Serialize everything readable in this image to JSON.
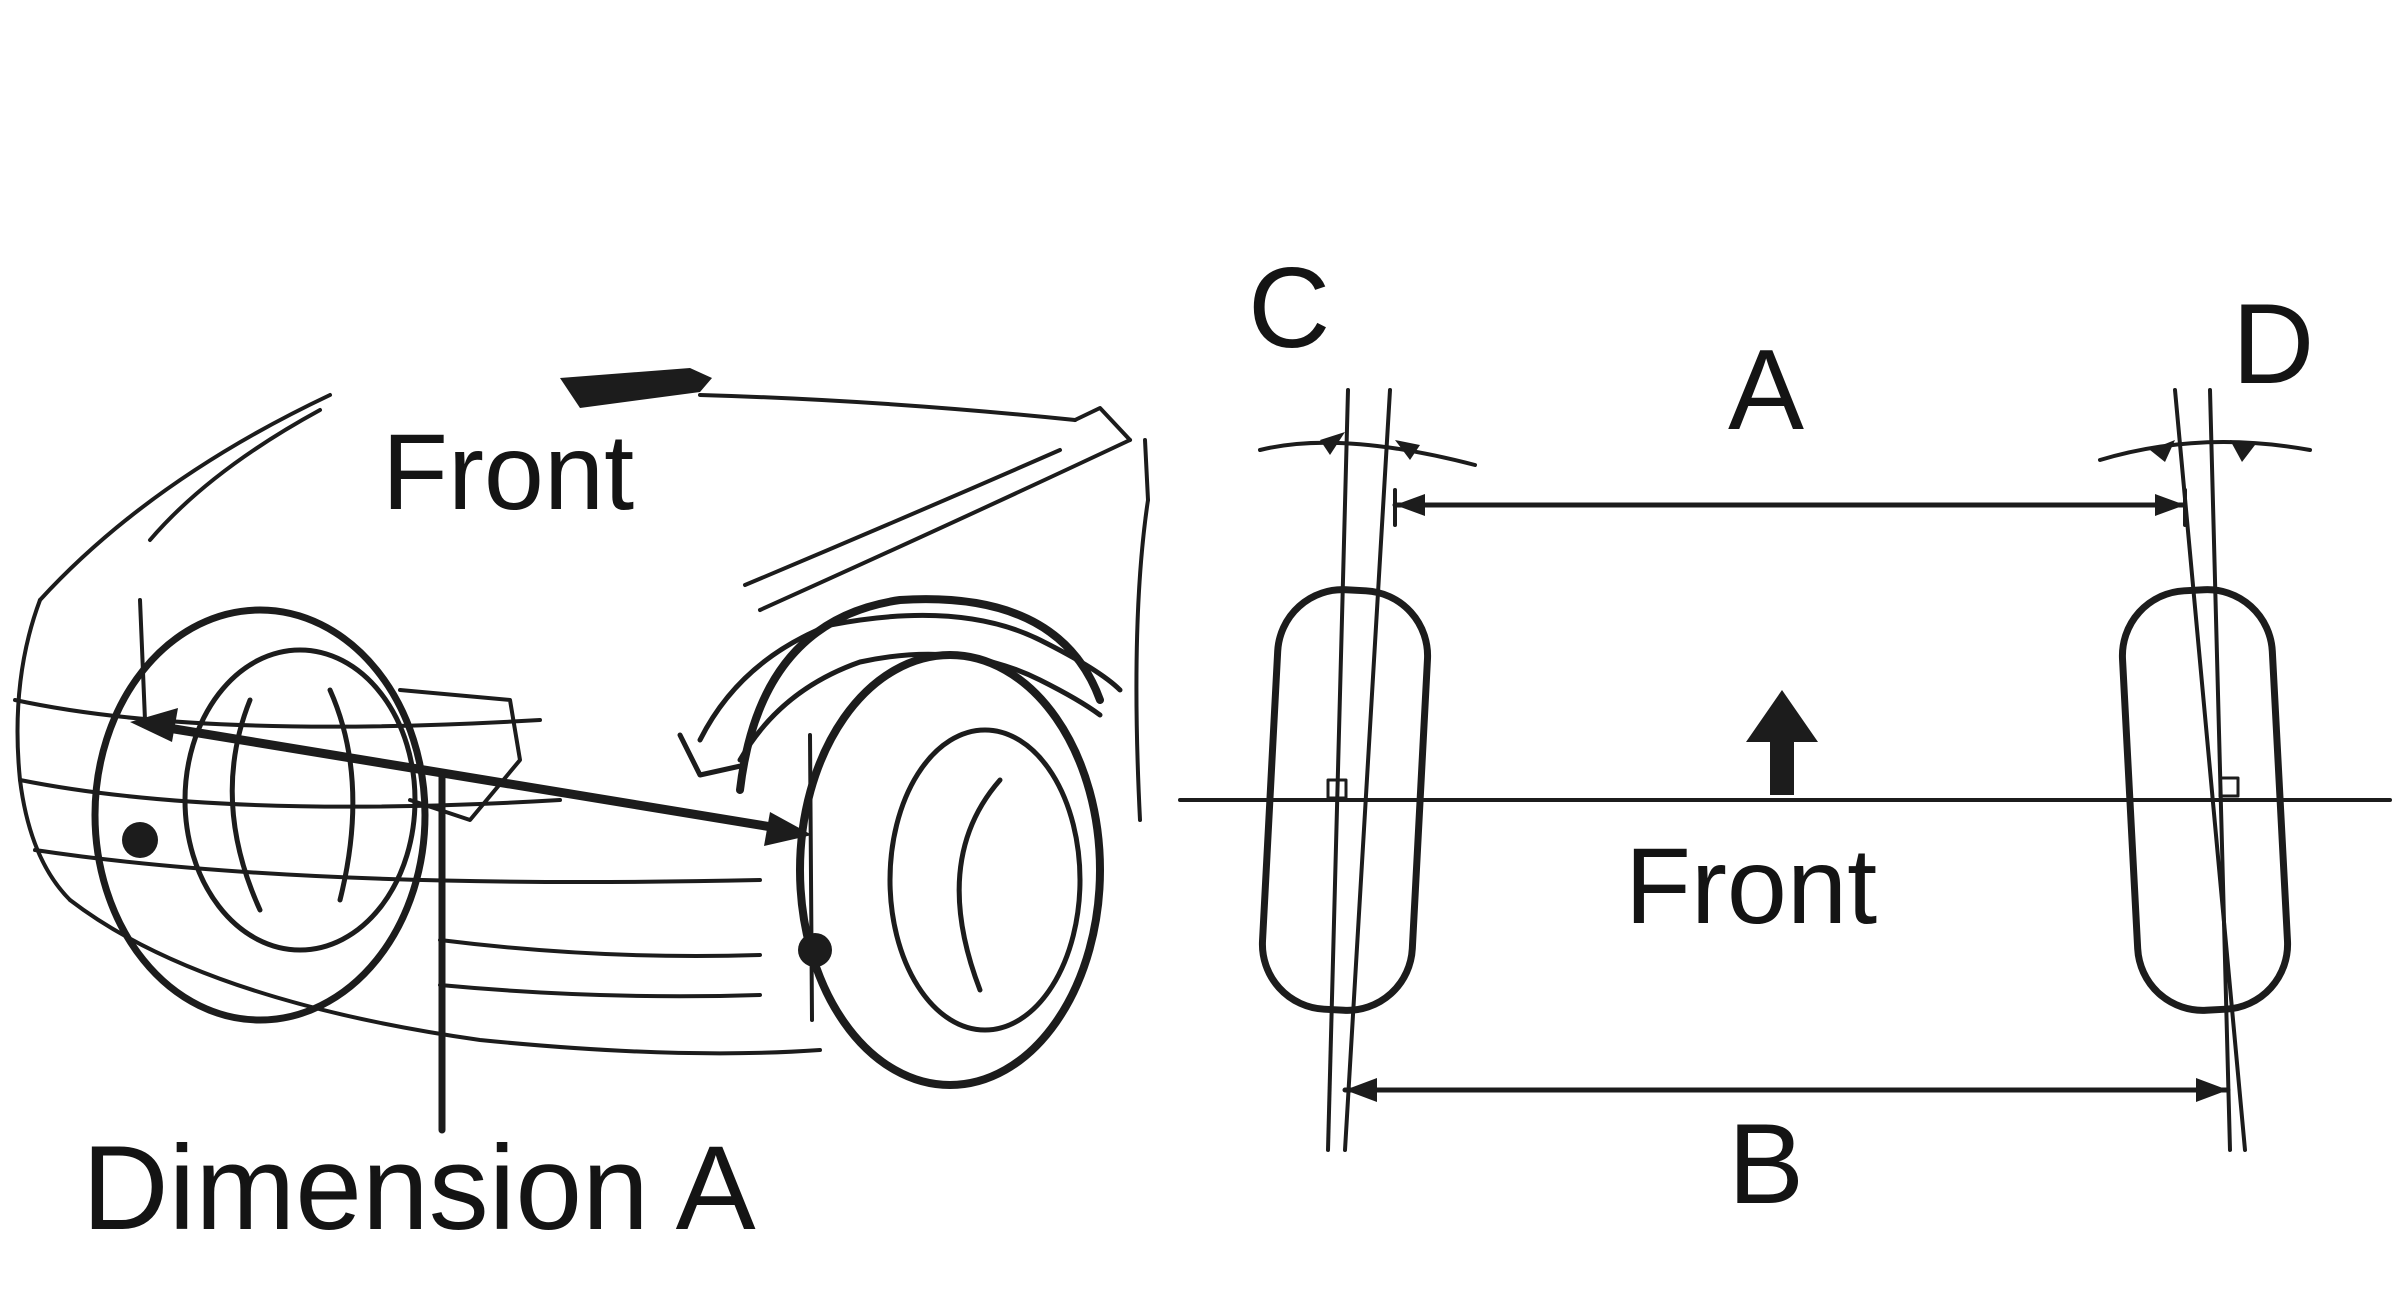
{
  "labels": {
    "front_left": "Front",
    "dimension_a": "Dimension A",
    "c": "C",
    "d": "D",
    "a": "A",
    "front_right": "Front",
    "b": "B"
  },
  "colors": {
    "ink": "#1c1c1c",
    "background": "#ffffff"
  }
}
